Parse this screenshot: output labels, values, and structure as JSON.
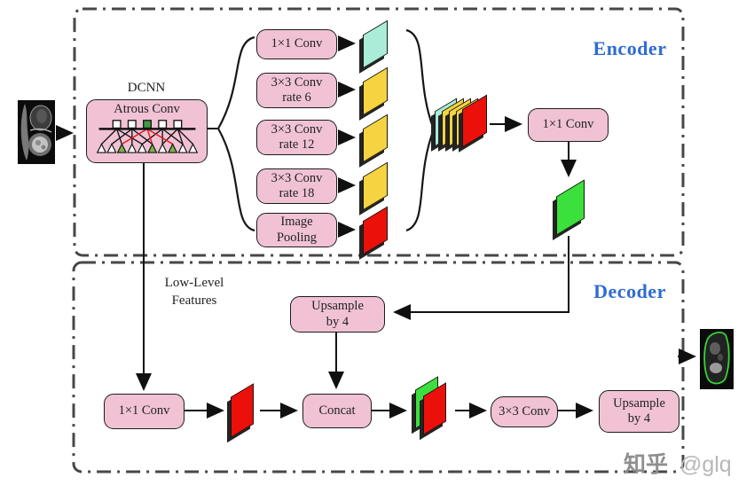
{
  "sections": {
    "encoder_label": "Encoder",
    "decoder_label": "Decoder",
    "label_color": "#2e6bd4"
  },
  "encoder": {
    "dcnn_caption": "DCNN",
    "backbone_label": "Atrous Conv",
    "aspp": [
      {
        "label": "1×1 Conv",
        "map_color": "#a9ecd8"
      },
      {
        "label": "3×3 Conv\nrate 6",
        "map_color": "#f5d341"
      },
      {
        "label": "3×3 Conv\nrate 12",
        "map_color": "#f5d341"
      },
      {
        "label": "3×3 Conv\nrate 18",
        "map_color": "#f5d341"
      },
      {
        "label": "Image\nPooling",
        "map_color": "#ec100b"
      }
    ],
    "stack_colors": [
      "#a9ecd8",
      "#f5d341",
      "#f5d341",
      "#f5d341",
      "#ec100b"
    ],
    "projection_label": "1×1 Conv",
    "output_map_color": "#3ce03c"
  },
  "decoder": {
    "low_level_caption": "Low-Level\nFeatures",
    "upsample_top_label": "Upsample\nby 4",
    "conv1x1_label": "1×1 Conv",
    "low_level_map_color": "#ec100b",
    "concat_label": "Concat",
    "pair_colors": [
      "#3ce03c",
      "#ec100b"
    ],
    "conv3x3_label": "3×3 Conv",
    "upsample_out_label": "Upsample\nby 4"
  },
  "watermark": {
    "brand": "知乎",
    "handle": "@glq",
    "brand_color": "#8f8f8f",
    "handle_color": "#b8b8b8"
  }
}
